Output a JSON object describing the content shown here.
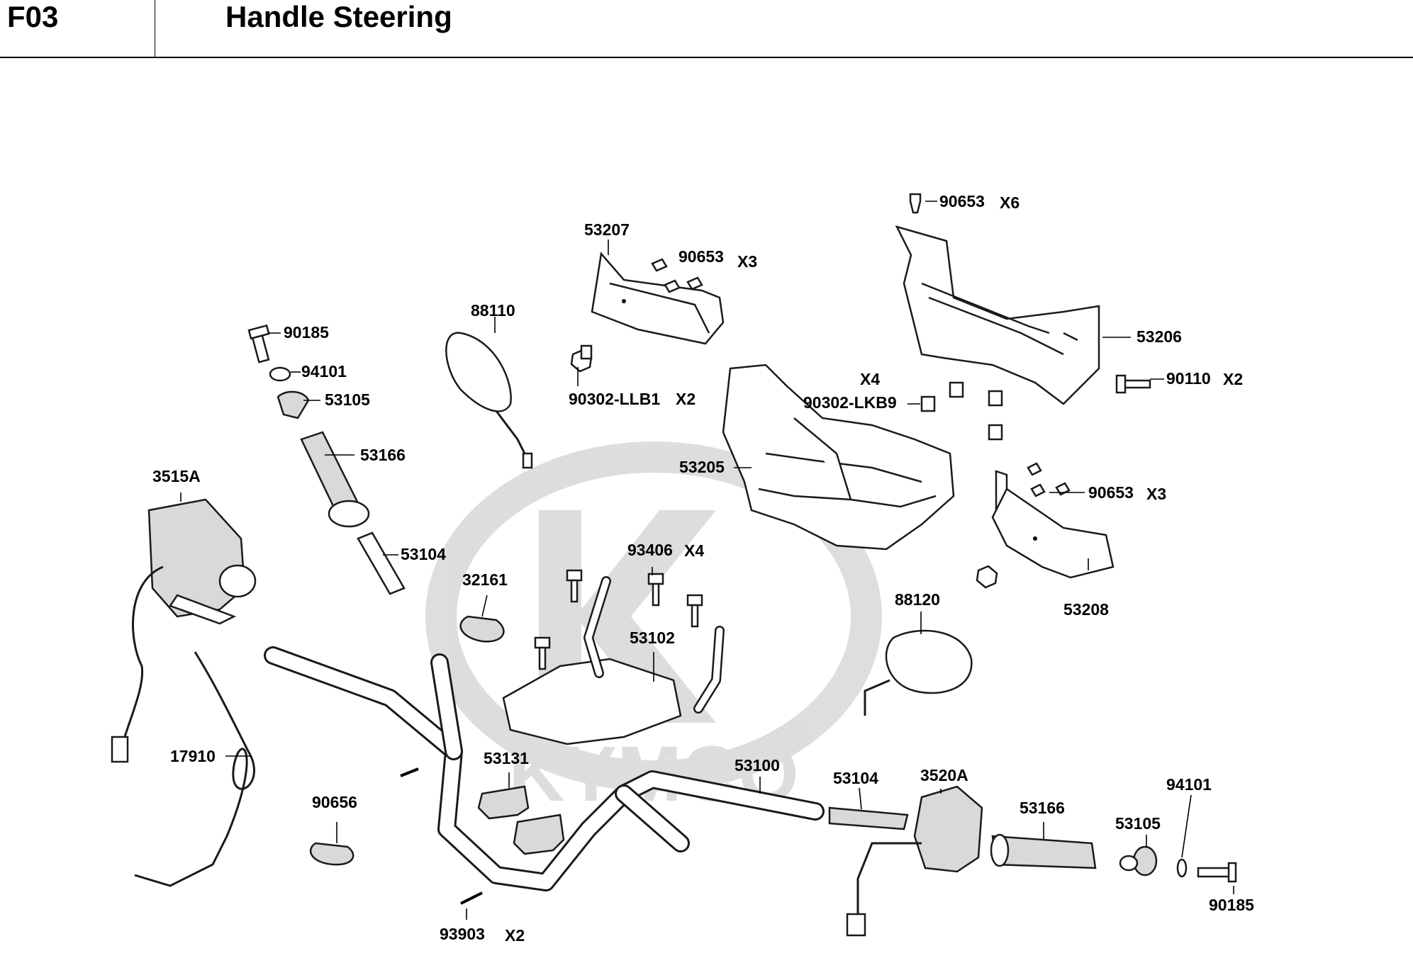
{
  "header": {
    "code": "F03",
    "title": "Handle Steering"
  },
  "watermark": {
    "text": "KYMCO",
    "color": "#000000"
  },
  "labels": [
    {
      "id": "90653-top",
      "text": "90653"
    },
    {
      "id": "x6",
      "text": "X6"
    },
    {
      "id": "53207",
      "text": "53207"
    },
    {
      "id": "90653-mid",
      "text": "90653"
    },
    {
      "id": "x3-mid",
      "text": "X3"
    },
    {
      "id": "88110",
      "text": "88110"
    },
    {
      "id": "90185-left",
      "text": "90185"
    },
    {
      "id": "94101-left",
      "text": "94101"
    },
    {
      "id": "53105-left",
      "text": "53105"
    },
    {
      "id": "90302-llb1",
      "text": "90302-LLB1"
    },
    {
      "id": "x2-llb1",
      "text": "X2"
    },
    {
      "id": "53206",
      "text": "53206"
    },
    {
      "id": "90110",
      "text": "90110"
    },
    {
      "id": "x2-90110",
      "text": "X2"
    },
    {
      "id": "x4-lkb9",
      "text": "X4"
    },
    {
      "id": "90302-lkb9",
      "text": "90302-LKB9"
    },
    {
      "id": "53166-left",
      "text": "53166"
    },
    {
      "id": "3515a",
      "text": "3515A"
    },
    {
      "id": "53205",
      "text": "53205"
    },
    {
      "id": "90653-right",
      "text": "90653"
    },
    {
      "id": "x3-right",
      "text": "X3"
    },
    {
      "id": "53104-left",
      "text": "53104"
    },
    {
      "id": "93406",
      "text": "93406"
    },
    {
      "id": "x4-93406",
      "text": "X4"
    },
    {
      "id": "32161",
      "text": "32161"
    },
    {
      "id": "88120",
      "text": "88120"
    },
    {
      "id": "53208",
      "text": "53208"
    },
    {
      "id": "53102",
      "text": "53102"
    },
    {
      "id": "17910",
      "text": "17910"
    },
    {
      "id": "53131",
      "text": "53131"
    },
    {
      "id": "53100",
      "text": "53100"
    },
    {
      "id": "53104-right",
      "text": "53104"
    },
    {
      "id": "3520a",
      "text": "3520A"
    },
    {
      "id": "94101-right",
      "text": "94101"
    },
    {
      "id": "90656",
      "text": "90656"
    },
    {
      "id": "53166-right",
      "text": "53166"
    },
    {
      "id": "53105-right",
      "text": "53105"
    },
    {
      "id": "90185-right",
      "text": "90185"
    },
    {
      "id": "93903",
      "text": "93903"
    },
    {
      "id": "x2-93903",
      "text": "X2"
    }
  ]
}
